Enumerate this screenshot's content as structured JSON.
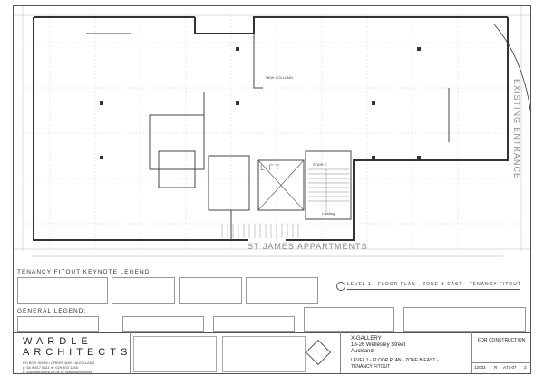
{
  "plan_labels": {
    "lift": "LIFT",
    "stair": "STAIR 2",
    "street": "ST JAMES APPARTMENTS",
    "entrance": "EXISTING ENTRANCE",
    "collumn": "NEW COLLUMN",
    "landing": "Landing"
  },
  "legends": {
    "keynote_title": "TENANCY FITOUT KEYNOTE LEGEND:",
    "general_title": "GENERAL LEGEND:",
    "sheet_title": "LEVEL 1 - FLOOR PLAN - ZONE B-EAST - TENANCY FITOUT"
  },
  "company": {
    "name_line1": "WARDLE",
    "name_line2": "ARCHITECTS",
    "address": [
      "PO BOX 90199  •  GREEN BAY  •  AUCKLAND",
      "p: 64 9 817 6611         m: 029 303 1248",
      "e: AWardle@xtra.co.nz  w: Wardlearchitects"
    ]
  },
  "project": {
    "name": "X-GALLERY",
    "address1": "18-26 Wellesley Street",
    "city": "Auckland",
    "sheet1": "LEVEL 1 - FLOOR PLAN - ZONE B-EAST -",
    "sheet2": "TENANCY FITOUT"
  },
  "status": "FOR CONSTRUCTION",
  "sheet_info": {
    "job": "12033",
    "rev_label": "R",
    "drawing_no": "A73-07",
    "rev": "2"
  }
}
